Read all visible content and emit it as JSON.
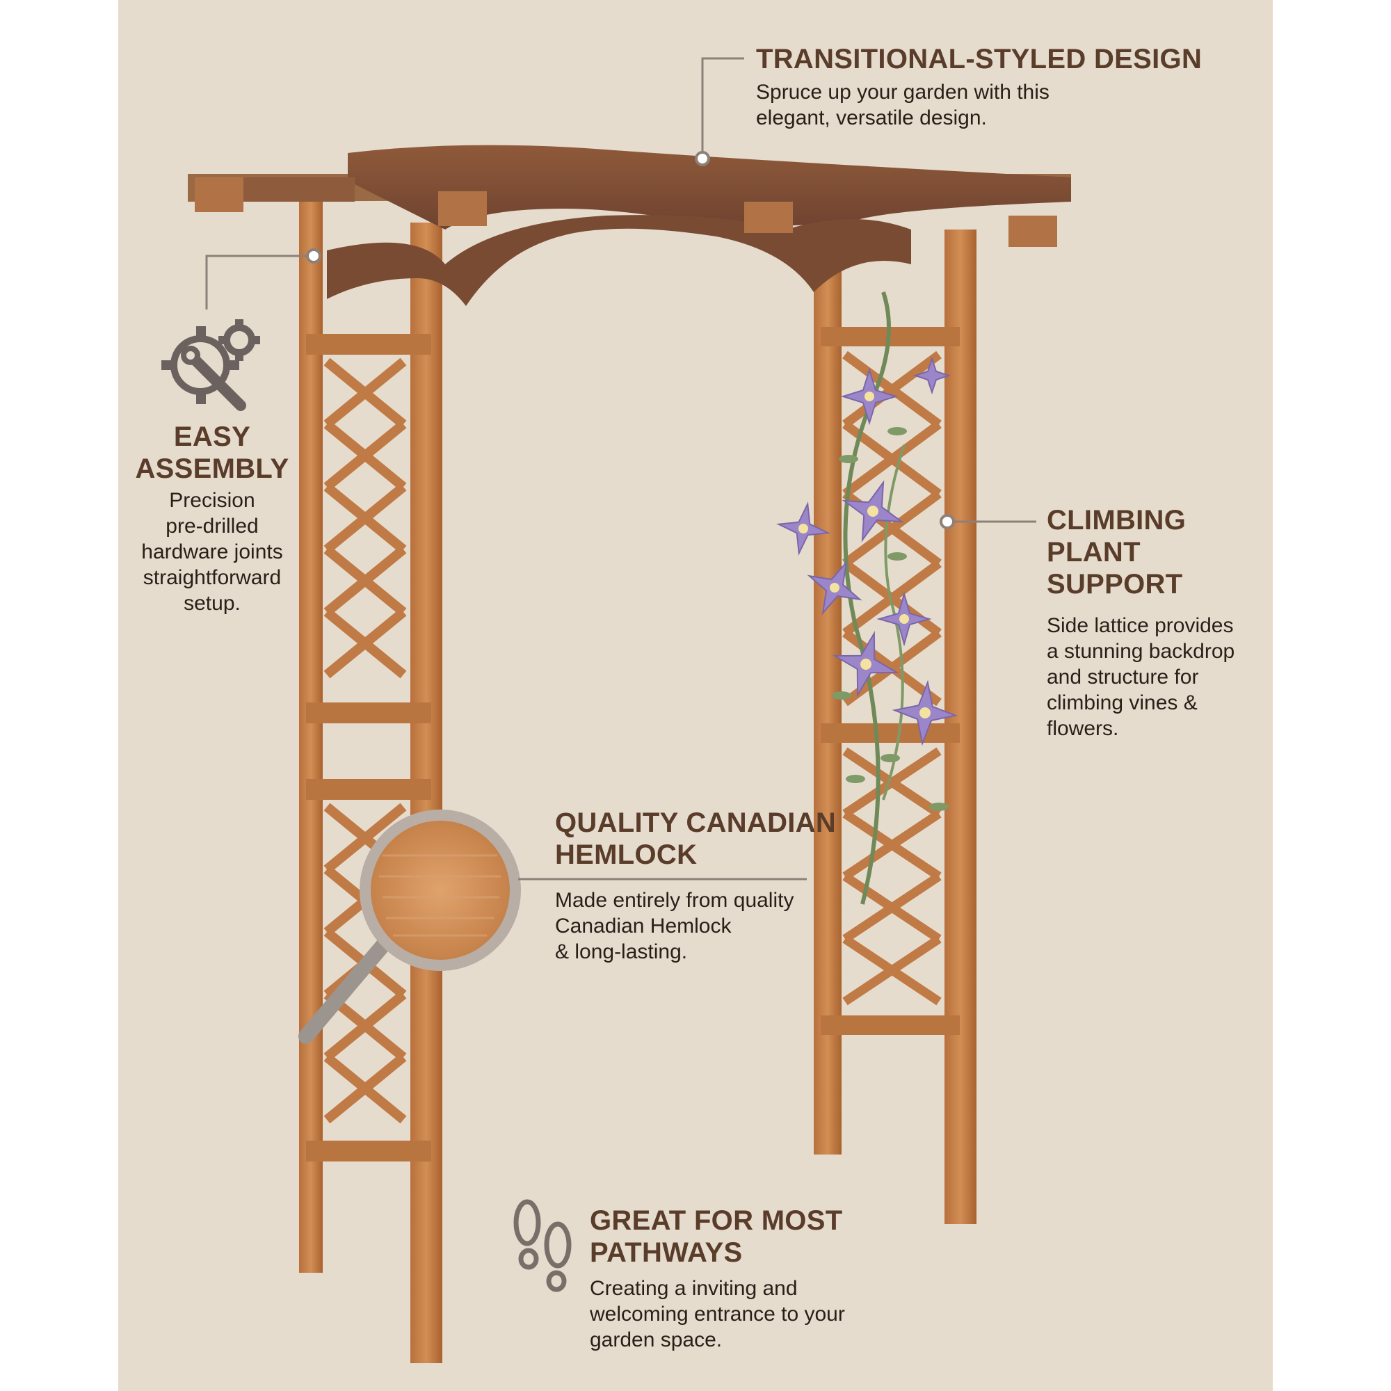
{
  "features": {
    "design": {
      "heading": "TRANSITIONAL-STYLED DESIGN",
      "desc": "Spruce up your garden with this elegant, versatile design.",
      "icon": "callout-dot-icon"
    },
    "assembly": {
      "heading_line1": "EASY",
      "heading_line2": "ASSEMBLY",
      "desc_lines": [
        "Precision",
        "pre-drilled",
        "hardware joints",
        "straightforward",
        "setup."
      ],
      "icon": "gear-wrench-icon"
    },
    "climbing": {
      "heading_lines": [
        "CLIMBING",
        "PLANT",
        "SUPPORT"
      ],
      "desc_lines": [
        "Side lattice provides",
        "a stunning backdrop",
        "and structure for",
        "climbing vines &",
        "flowers."
      ],
      "icon": "callout-dot-icon"
    },
    "hemlock": {
      "heading_lines": [
        "QUALITY CANADIAN",
        "HEMLOCK"
      ],
      "desc_lines": [
        "Made entirely from quality",
        "Canadian Hemlock",
        "& long-lasting."
      ],
      "icon": "magnifier-icon"
    },
    "pathways": {
      "heading_lines": [
        "GREAT FOR MOST",
        "PATHWAYS"
      ],
      "desc_lines": [
        "Creating a inviting and",
        "welcoming entrance to your",
        "garden space."
      ],
      "icon": "footprints-icon"
    }
  },
  "colors": {
    "background": "#e6dccd",
    "wood_light": "#c8814a",
    "wood_dark": "#9a5a30",
    "heading": "#5a3c2a",
    "flower": "#9a86c8"
  }
}
